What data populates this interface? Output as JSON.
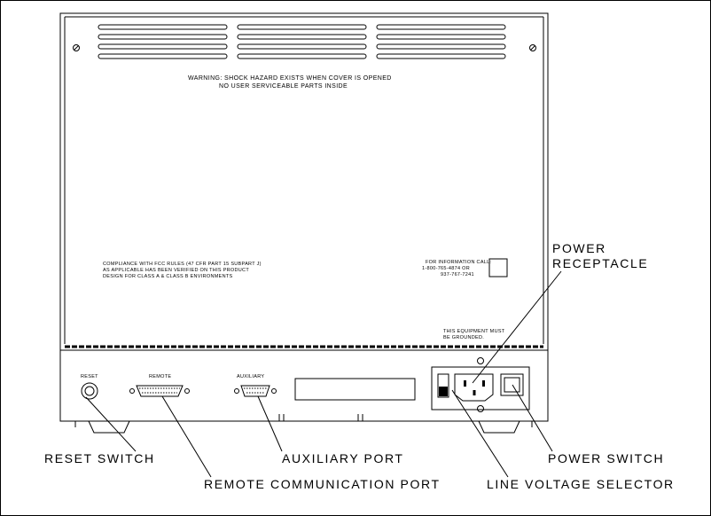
{
  "panel": {
    "warning_line1": "WARNING: SHOCK HAZARD EXISTS WHEN COVER IS OPENED",
    "warning_line2": "NO USER SERVICEABLE PARTS INSIDE",
    "fcc_line1": "COMPLIANCE WITH FCC RULES (47 CFR PART 15 SUBPART J)",
    "fcc_line2": "AS APPLICABLE HAS BEEN VERIFIED ON THIS PRODUCT",
    "fcc_line3": "DESIGN FOR CLASS A & CLASS B ENVIRONMENTS",
    "info_line1": "FOR INFORMATION CALL:",
    "info_line2": "1-800-765-4874 OR",
    "info_line3": "937-767-7241",
    "ground_line1": "THIS EQUIPMENT MUST",
    "ground_line2": "BE GROUNDED."
  },
  "ports": {
    "reset_label": "RESET",
    "remote_label": "REMOTE",
    "auxiliary_label": "AUXILIARY"
  },
  "callouts": {
    "power_receptacle_1": "POWER",
    "power_receptacle_2": "RECEPTACLE",
    "reset_switch": "RESET SWITCH",
    "auxiliary_port": "AUXILIARY PORT",
    "power_switch": "POWER SWITCH",
    "remote_port": "REMOTE COMMUNICATION PORT",
    "line_voltage": "LINE VOLTAGE SELECTOR"
  }
}
